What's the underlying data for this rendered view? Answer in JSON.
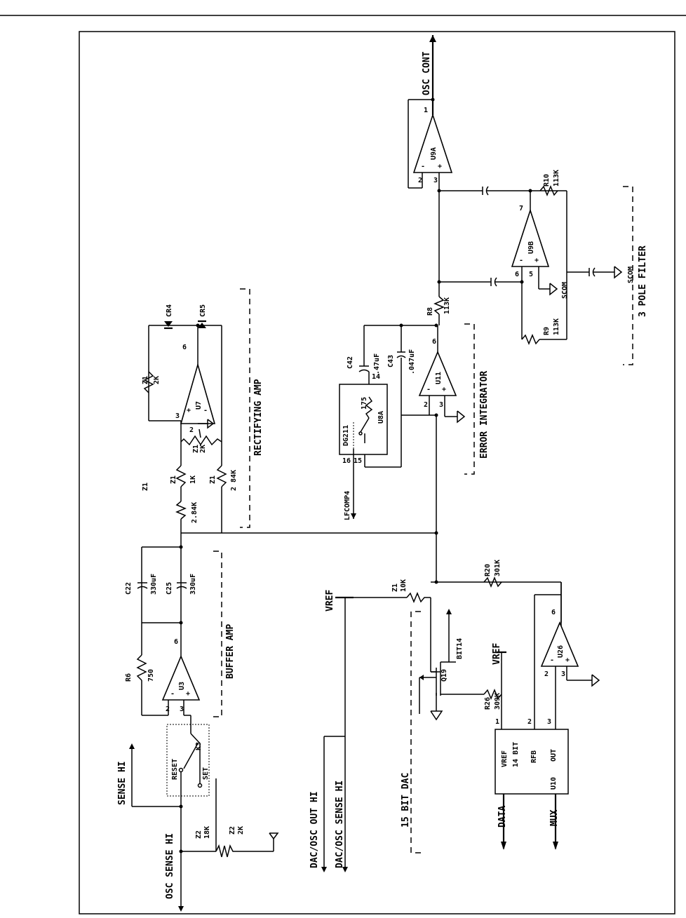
{
  "labels": {
    "osc_sense_hi": "OSC SENSE HI",
    "sense_hi": "SENSE HI",
    "dac_osc_out_hi": "DAC/OSC OUT HI",
    "dac_osc_sense_hi": "DAC/OSC SENSE HI",
    "vref_left": "VREF",
    "vref_dac": "VREF",
    "osc_cont": "OSC CONT",
    "lfcomp": "LFCOMP4",
    "data": "DATA",
    "mux": "MUX",
    "bit14": "BIT14",
    "scom1": "SCOM",
    "scom2": "SCOM",
    "reset": "RESET",
    "set": "SET"
  },
  "sections": {
    "buffer_amp": "BUFFER AMP",
    "rectifying_amp": "RECTIFYING AMP",
    "error_integrator": "ERROR INTEGRATOR",
    "dac": "15 BIT DAC",
    "filter": "3 POLE FILTER"
  },
  "components": {
    "z2_18k": {
      "ref": "Z2",
      "value": "18K"
    },
    "z2_2k": {
      "ref": "Z2",
      "value": "2K"
    },
    "k3": {
      "ref": "K3"
    },
    "r6": {
      "ref": "R6",
      "value": "750"
    },
    "u3": {
      "ref": "U3"
    },
    "c22": {
      "ref": "C22",
      "value": "330uF"
    },
    "c25": {
      "ref": "C25",
      "value": "330uF"
    },
    "z1_2_84k_a": {
      "ref": "Z1",
      "value": "2.84K"
    },
    "z1_1k": {
      "ref": "Z1",
      "value": "1K"
    },
    "z1_2_84k_b": {
      "ref": "Z1",
      "value": "2 84K"
    },
    "z1_pot": {
      "ref": "Z1",
      "value": "2K"
    },
    "z1_2k": {
      "ref": "Z1",
      "value": "2K"
    },
    "u7": {
      "ref": "U7"
    },
    "cr4": {
      "ref": "CR4"
    },
    "cr5": {
      "ref": "CR5"
    },
    "z1_10k": {
      "ref": "Z1",
      "value": "10K"
    },
    "r20": {
      "ref": "R20",
      "value": "301K"
    },
    "q19": {
      "ref": "Q19"
    },
    "r26": {
      "ref": "R26",
      "value": "309K"
    },
    "u26": {
      "ref": "U26"
    },
    "u10": {
      "ref": "U10",
      "line1": "VREF",
      "line2": "14 BIT",
      "rfb": "RFB",
      "out": "OUT"
    },
    "dg211": {
      "ref": "DG211",
      "value": "175"
    },
    "u8a": {
      "ref": "U8A"
    },
    "c42": {
      "ref": "C42",
      "value": ".47uF"
    },
    "c43": {
      "ref": "C43",
      "value": ".047uF"
    },
    "u11": {
      "ref": "U11"
    },
    "r8": {
      "ref": "R8",
      "value": "113K"
    },
    "r9": {
      "ref": "R9",
      "value": "113K"
    },
    "r10": {
      "ref": "R10",
      "value": "113K"
    },
    "u9a": {
      "ref": "U9A"
    },
    "u9b": {
      "ref": "U9B"
    }
  },
  "pins": {
    "u3_in": "2",
    "u3_ni": "3",
    "u3_out": "6",
    "u7_in": "3",
    "u7_ni": "2",
    "u7_out": "6",
    "u26_in": "2",
    "u26_ni": "3",
    "u26_out": "6",
    "u10_vref": "1",
    "u10_rfb": "2",
    "u10_out": "3",
    "dg_16": "16",
    "dg_15": "15",
    "dg_14": "14",
    "u11_in": "2",
    "u11_ni": "3",
    "u11_out": "6",
    "u9a_in": "2",
    "u9a_ni": "3",
    "u9a_out": "1",
    "u9b_in": "6",
    "u9b_ni": "5",
    "u9b_out": "7"
  }
}
